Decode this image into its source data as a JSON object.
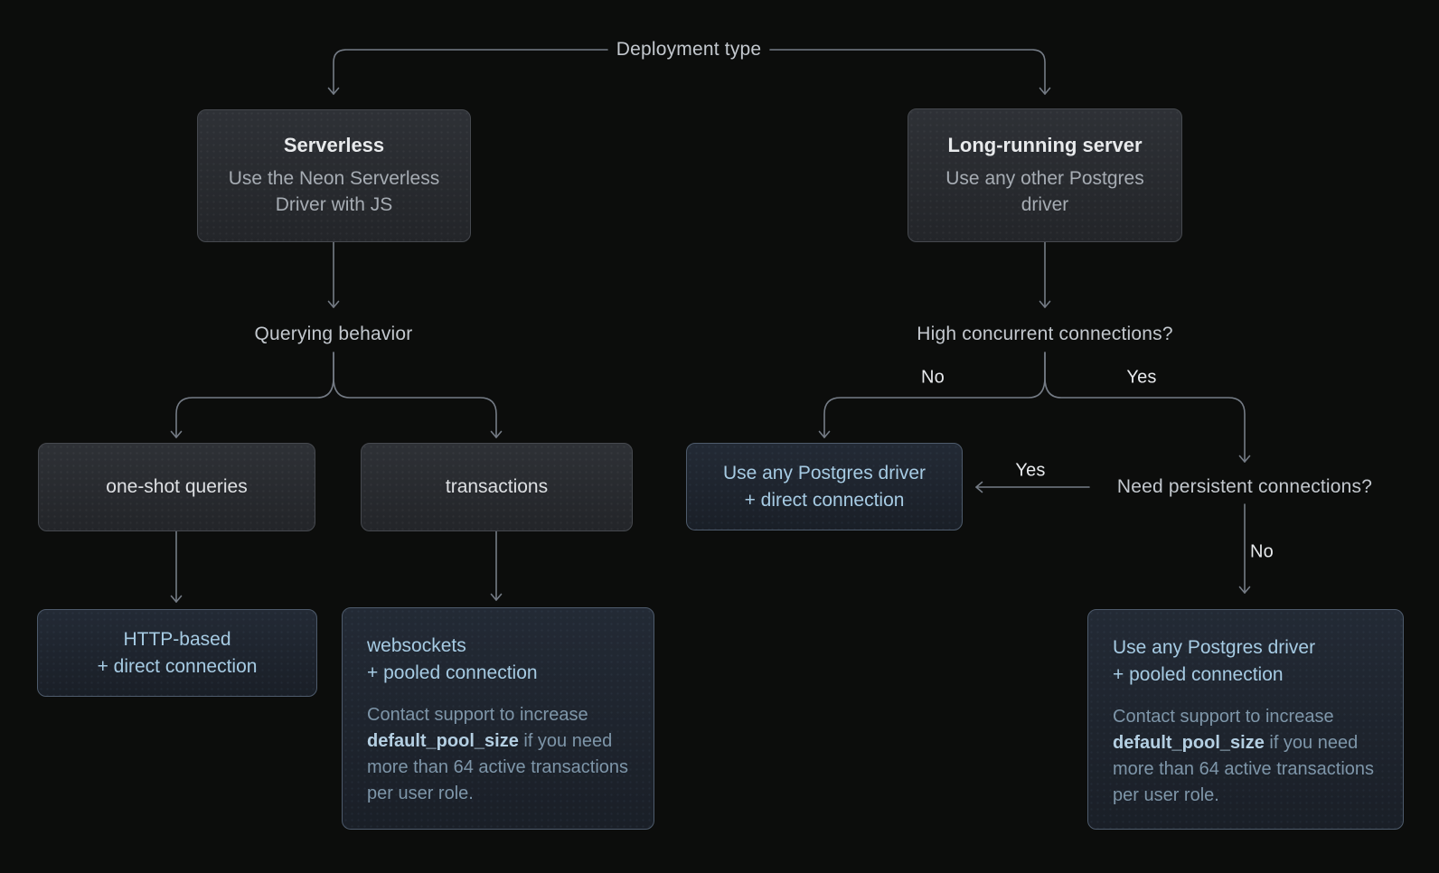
{
  "colors": {
    "bg": "#0c0d0c",
    "line": "#757c86",
    "label": "#c3c8ce",
    "label_bright": "#e8eaed",
    "box_bg_top": "#2e3136",
    "box_bg_bottom": "#232529",
    "box_border": "#46494f",
    "box_title": "#e8eaec",
    "box_sub": "#a6acb3",
    "blue_bg_top": "#232a35",
    "blue_bg_bottom": "#1a1f27",
    "blue_border": "#4e5b6c",
    "blue_text": "#a6cbe3",
    "blue_note": "#7e96a9",
    "blue_bold": "#b4cfe2"
  },
  "labels": {
    "deployment_type": "Deployment type",
    "querying_behavior": "Querying behavior",
    "high_concurrent": "High concurrent connections?",
    "need_persistent": "Need persistent connections?",
    "branch_no": "No",
    "branch_yes": "Yes",
    "persistent_yes": "Yes",
    "persistent_no": "No"
  },
  "nodes": {
    "serverless": {
      "title": "Serverless",
      "subtitle": "Use the Neon Serverless Driver with JS"
    },
    "long_running_server": {
      "title": "Long-running server",
      "subtitle": "Use any other Postgres driver"
    },
    "one_shot_queries": {
      "label": "one-shot queries"
    },
    "transactions": {
      "label": "transactions"
    },
    "http_direct": {
      "line1": "HTTP-based",
      "line2": "+ direct connection"
    },
    "websockets_pooled": {
      "line1": "websockets",
      "line2": "+ pooled connection",
      "note_pre": "Contact support to increase",
      "note_bold": "default_pool_size",
      "note_post": "if you need more than 64 active transactions per user role."
    },
    "any_driver_direct": {
      "line1": "Use any Postgres driver",
      "line2": "+ direct connection"
    },
    "any_driver_pooled": {
      "line1": "Use any Postgres driver",
      "line2": "+ pooled connection",
      "note_pre": "Contact support to increase",
      "note_bold": "default_pool_size",
      "note_post": "if you need more than 64 active transactions per user role."
    }
  }
}
